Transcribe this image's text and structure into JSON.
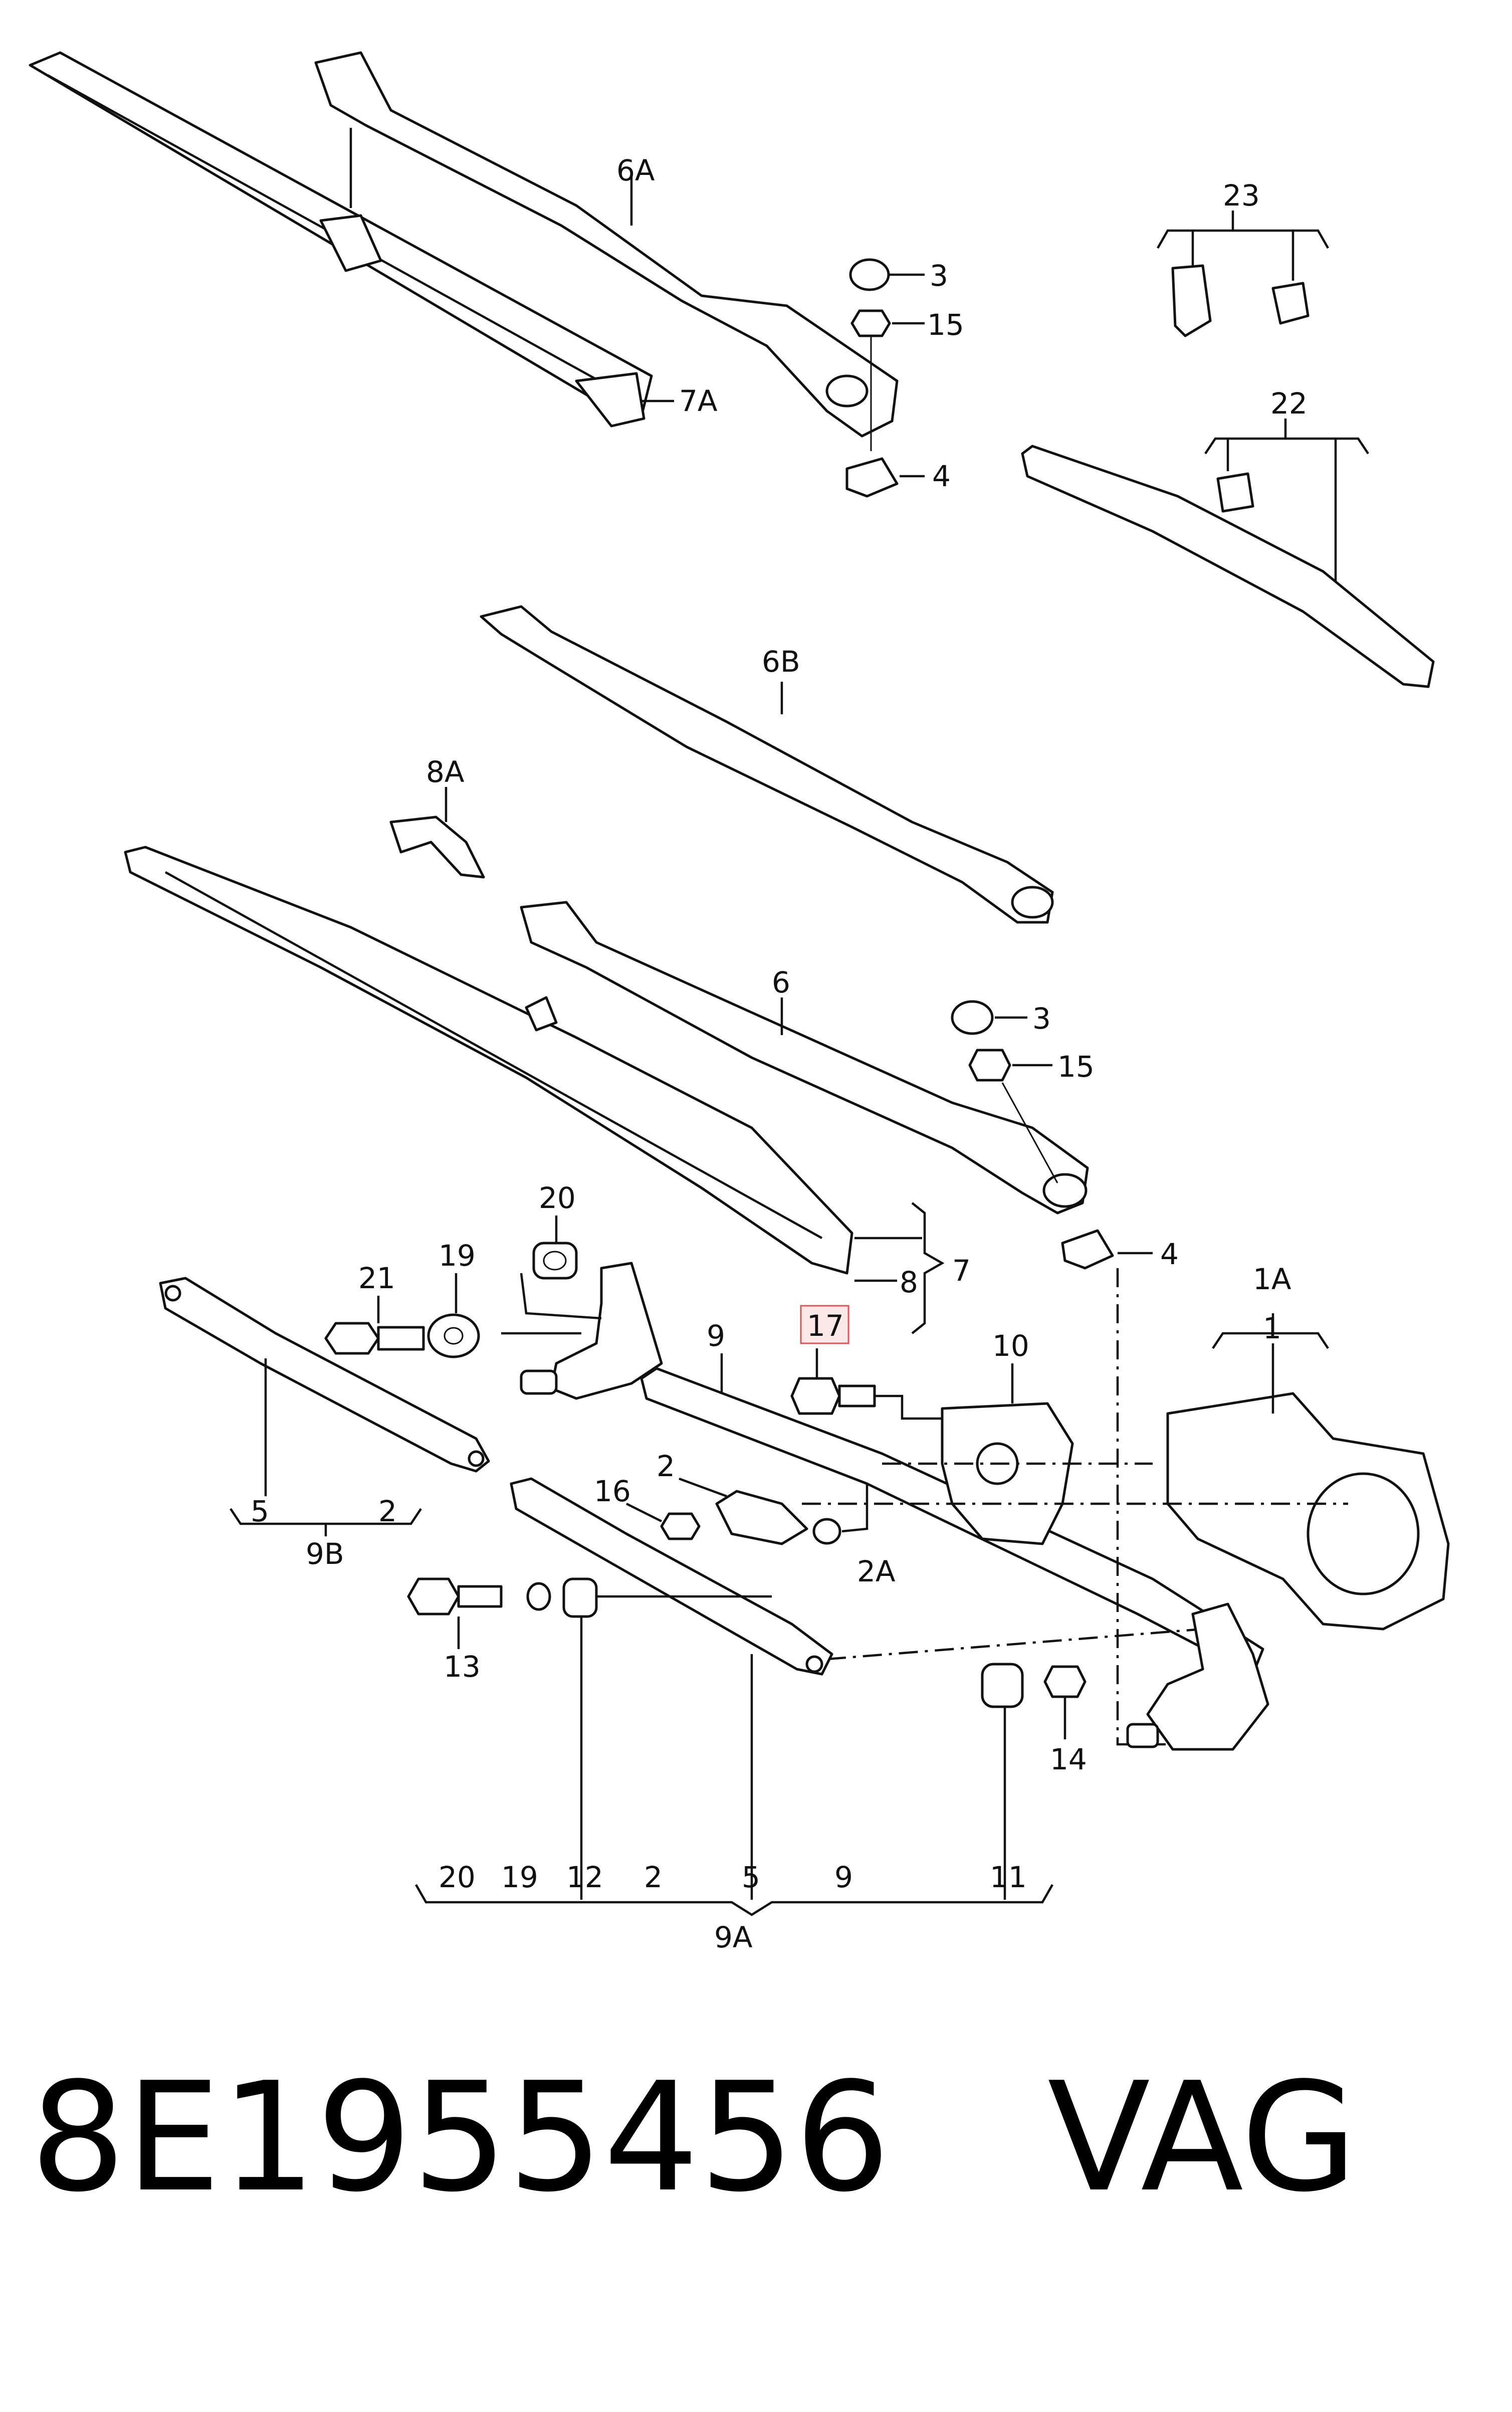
{
  "parts": {
    "p6A": "6A",
    "p7A": "7A",
    "p3a": "3",
    "p15a": "15",
    "p4a": "4",
    "p23": "23",
    "p22": "22",
    "p6B": "6B",
    "p8A": "8A",
    "p6": "6",
    "p3b": "3",
    "p15b": "15",
    "p4b": "4",
    "p7": "7",
    "p8": "8",
    "p20": "20",
    "p21": "21",
    "p19": "19",
    "p17": "17",
    "p9": "9",
    "p10": "10",
    "p1A": "1A",
    "p1": "1",
    "p5": "5",
    "p2": "2",
    "p9B": "9B",
    "p16": "16",
    "p2b": "2",
    "p2A": "2A",
    "p13": "13",
    "p14": "14"
  },
  "group_9A": {
    "items": [
      "20",
      "19",
      "12",
      "2",
      "5",
      "9",
      "11"
    ],
    "label": "9A"
  },
  "footer": {
    "part_number": "8E1955456",
    "brand": "VAG"
  },
  "colors": {
    "highlight_border": "#e05555",
    "highlight_fill": "#fde8e8",
    "ink": "#111111"
  }
}
